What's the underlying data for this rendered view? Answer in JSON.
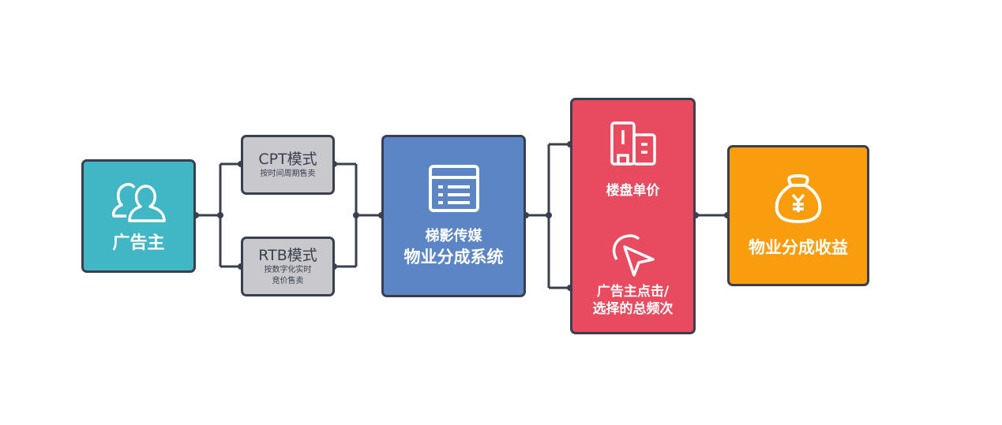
{
  "advertiser": {
    "label": "广告主",
    "icon": "users-icon"
  },
  "cpt": {
    "title": "CPT模式",
    "desc": "按时间周期售卖"
  },
  "rtb": {
    "title": "RTB模式",
    "desc_line1": "按数字化实时",
    "desc_line2": "竞价售卖"
  },
  "system": {
    "line1": "梯影传媒",
    "line2": "物业分成系统",
    "icon": "list-icon"
  },
  "factors": {
    "unit_price": "楼盘单价",
    "clicks_line1": "广告主点击/",
    "clicks_line2": "选择的总频次"
  },
  "revenue": {
    "label": "物业分成收益",
    "icon": "money-bag-icon"
  },
  "colors": {
    "teal": "#41b6c4",
    "gray": "#c9c9cd",
    "blue": "#5b85c5",
    "red": "#e84a5f",
    "orange": "#f99d0f",
    "border": "#3a3f4e"
  }
}
